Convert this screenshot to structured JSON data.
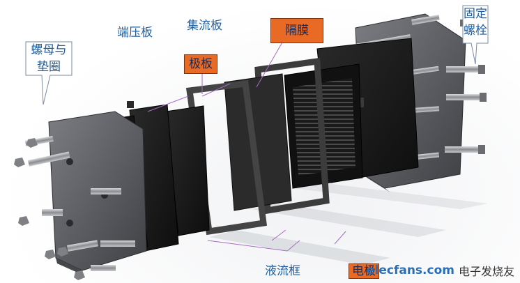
{
  "labels": {
    "end_plate": "端压板",
    "current_collector": "集流板",
    "electrode_plate": "极板",
    "membrane": "隔膜",
    "nut_washer": "螺母与\n垫圈",
    "fixing_bolt": "固定\n螺栓",
    "liquid_frame": "液流框",
    "electrode_partial": "电极"
  },
  "watermark": {
    "site": "elecfans.com",
    "tagline": "电子发烧友"
  },
  "colors": {
    "label_blue": "#1f5fa0",
    "label_box_orange": "#e86a24",
    "plate_dark": "#1b1b1b",
    "end_plate_grey": "#5a5c60",
    "leader_purple": "#a66cc2"
  }
}
